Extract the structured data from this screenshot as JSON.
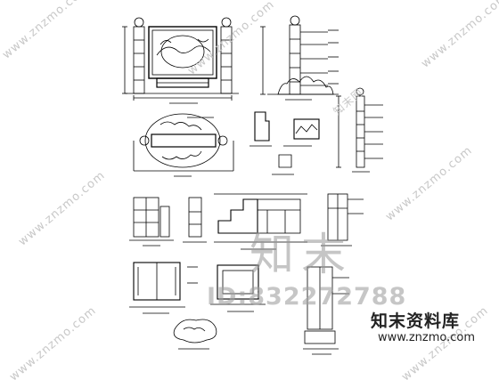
{
  "watermarks": {
    "diagonal_url": "www.znzmo.com",
    "brand_glyphs": "知末",
    "id_text": "ID:832272788",
    "logo_text": "知末资料库",
    "logo_url": "www.znzmo.com",
    "corner_mark": "知末网"
  },
  "colors": {
    "line": "#000000",
    "watermark": "#c8c8c8",
    "logo": "#222222"
  }
}
